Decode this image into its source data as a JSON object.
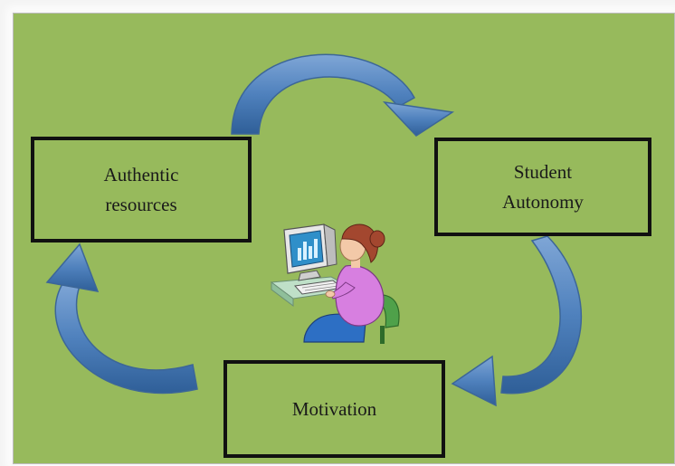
{
  "diagram": {
    "nodes": {
      "authentic_resources": {
        "lines": [
          "Authentic",
          "resources"
        ]
      },
      "student_autonomy": {
        "lines": [
          "Student",
          "Autonomy"
        ]
      },
      "motivation": {
        "lines": [
          "Motivation"
        ]
      }
    },
    "edges": [
      {
        "from": "Authentic resources",
        "to": "Student Autonomy"
      },
      {
        "from": "Student Autonomy",
        "to": "Motivation"
      },
      {
        "from": "Motivation",
        "to": "Authentic resources"
      }
    ],
    "colors": {
      "panel": "#97ba5c",
      "arrow": "#4f81bd",
      "box_border": "#111111"
    },
    "center_icon": "person-at-computer-icon"
  }
}
